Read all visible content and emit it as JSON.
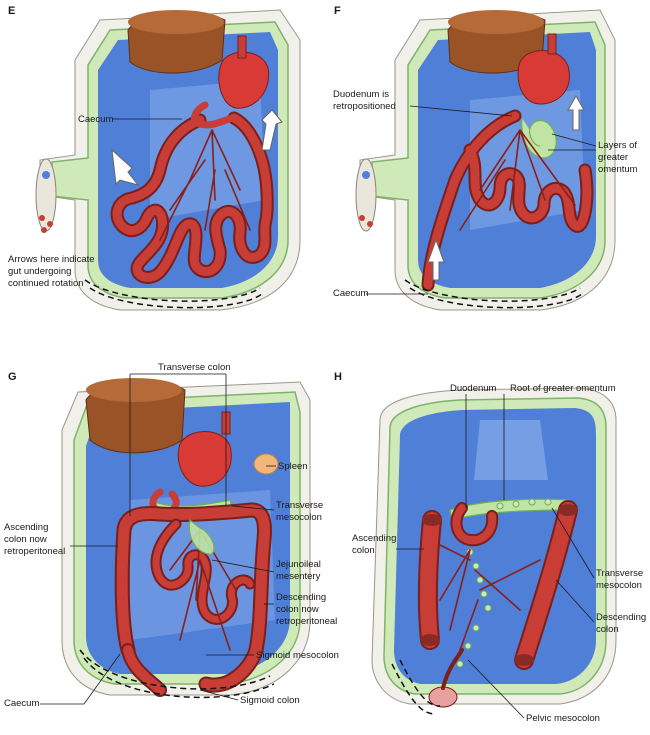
{
  "panels": {
    "E": {
      "letter": "E",
      "labels": {
        "caecum": "Caecum",
        "arrows_note_1": "Arrows here indicate",
        "arrows_note_2": "gut undergoing",
        "arrows_note_3": "continued rotation"
      }
    },
    "F": {
      "letter": "F",
      "labels": {
        "duodenum_1": "Duodenum is",
        "duodenum_2": "retropositioned",
        "layers_1": "Layers of",
        "layers_2": "greater",
        "layers_3": "omentum",
        "caecum": "Caecum"
      }
    },
    "G": {
      "letter": "G",
      "labels": {
        "transverse_colon": "Transverse colon",
        "spleen": "Spleen",
        "transverse_meso_1": "Transverse",
        "transverse_meso_2": "mesocolon",
        "ascending_1": "Ascending",
        "ascending_2": "colon now",
        "ascending_3": "retroperitoneal",
        "jejuno_1": "Jejunoileal",
        "jejuno_2": "mesentery",
        "descending_1": "Descending",
        "descending_2": "colon now",
        "descending_3": "retroperitoneal",
        "sigmoid_meso": "Sigmoid mesocolon",
        "caecum": "Caecum",
        "sigmoid_colon": "Sigmoid colon"
      }
    },
    "H": {
      "letter": "H",
      "labels": {
        "duodenum": "Duodenum",
        "root_omentum": "Root of greater omentum",
        "ascending_1": "Ascending",
        "ascending_2": "colon",
        "transverse_1": "Transverse",
        "transverse_2": "mesocolon",
        "descending_1": "Descending",
        "descending_2": "colon",
        "pelvic": "Pelvic mesocolon"
      }
    }
  }
}
